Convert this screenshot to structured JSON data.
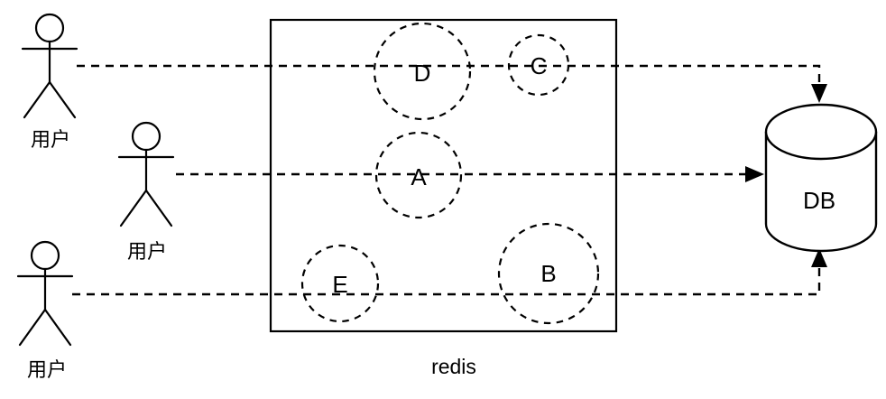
{
  "diagram": {
    "colors": {
      "background": "#ffffff",
      "stroke": "#000000"
    },
    "actors": [
      {
        "label": "用户"
      },
      {
        "label": "用户"
      },
      {
        "label": "用户"
      }
    ],
    "cache": {
      "label": "redis",
      "entries": [
        {
          "label": "D"
        },
        {
          "label": "C"
        },
        {
          "label": "A"
        },
        {
          "label": "E"
        },
        {
          "label": "B"
        }
      ]
    },
    "database": {
      "label": "DB"
    }
  }
}
